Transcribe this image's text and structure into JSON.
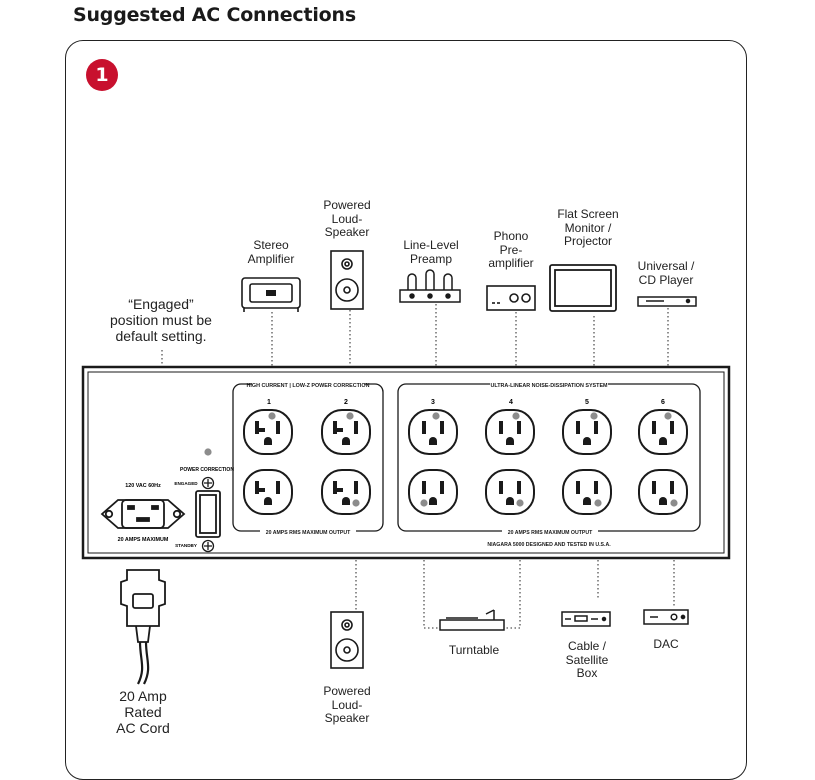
{
  "title": "Suggested AC Connections",
  "step_number": "1",
  "note": [
    "“Engaged”",
    "position must be",
    "default setting."
  ],
  "devices_top": {
    "stereo_amplifier": [
      "Stereo",
      "Amplifier"
    ],
    "powered_speaker_top": [
      "Powered",
      "Loud-",
      "Speaker"
    ],
    "line_level_preamp": [
      "Line-Level",
      "Preamp"
    ],
    "phono_preamp": [
      "Phono",
      "Pre-",
      "amplifier"
    ],
    "flat_screen": [
      "Flat Screen",
      "Monitor /",
      "Projector"
    ],
    "universal_cd": [
      "Universal /",
      "CD Player"
    ]
  },
  "devices_bottom": {
    "powered_speaker_bottom": [
      "Powered",
      "Loud-",
      "Speaker"
    ],
    "turntable": [
      "Turntable"
    ],
    "cable_satellite": [
      "Cable /",
      "Satellite",
      "Box"
    ],
    "dac": [
      "DAC"
    ],
    "ac_cord": [
      "20 Amp",
      "Rated",
      "AC Cord"
    ]
  },
  "panel": {
    "high_current_header": "HIGH CURRENT | LOW-Z POWER CORRECTION",
    "high_current_footer": "20 AMPS RMS MAXIMUM OUTPUT",
    "ultra_linear_header": "ULTRA-LINEAR NOISE-DISSIPATION SYSTEM",
    "ultra_linear_footer": "20 AMPS RMS MAXIMUM OUTPUT",
    "model_text": "NIAGARA 5000 DESIGNED AND TESTED IN U.S.A.",
    "inlet_top": "120 VAC 60Hz",
    "inlet_bottom": "20 AMPS MAXIMUM",
    "power_correction": "POWER CORRECTION",
    "engaged": "ENGAGED",
    "standby": "STANDBY",
    "outlet_numbers": [
      "1",
      "2",
      "3",
      "4",
      "5",
      "6"
    ]
  },
  "colors": {
    "step_badge": "#c8102e",
    "outline": "#1a1a1a",
    "dot_grey": "#8c8c8c"
  }
}
